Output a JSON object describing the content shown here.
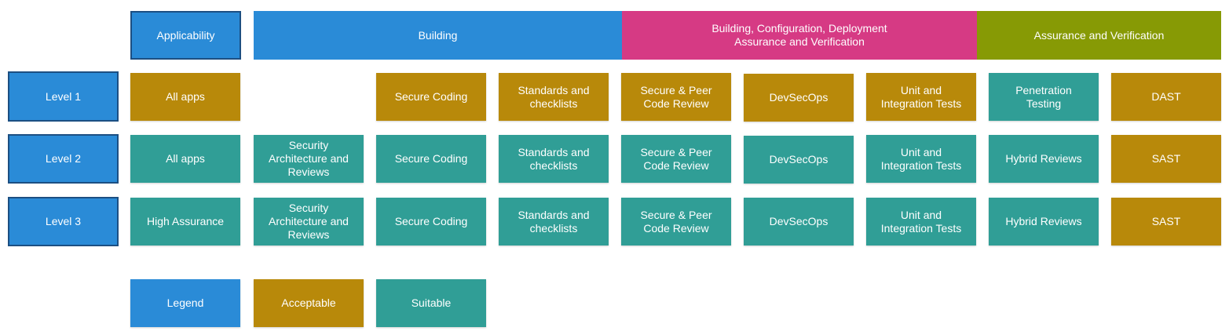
{
  "header": {
    "applicability": "Applicability",
    "building": "Building",
    "building_config_deploy": "Building, Configuration, Deployment\nAssurance and Verification",
    "assurance": "Assurance and Verification"
  },
  "levels": [
    {
      "label": "Level 1",
      "applicability": "All apps",
      "cells": [
        "",
        "Secure Coding",
        "Standards and\nchecklists",
        "Secure & Peer\nCode Review",
        "DevSecOps",
        "Unit and\nIntegration Tests",
        "Penetration\nTesting",
        "DAST"
      ]
    },
    {
      "label": "Level 2",
      "applicability": "All apps",
      "cells": [
        "Security\nArchitecture and\nReviews",
        "Secure Coding",
        "Standards and\nchecklists",
        "Secure & Peer\nCode Review",
        "DevSecOps",
        "Unit and\nIntegration Tests",
        "Hybrid Reviews",
        "SAST"
      ]
    },
    {
      "label": "Level 3",
      "applicability": "High Assurance",
      "cells": [
        "Security\nArchitecture and\nReviews",
        "Secure Coding",
        "Standards and\nchecklists",
        "Secure & Peer\nCode Review",
        "DevSecOps",
        "Unit and\nIntegration Tests",
        "Hybrid Reviews",
        "SAST"
      ]
    }
  ],
  "legend": {
    "title": "Legend",
    "acceptable": "Acceptable",
    "suitable": "Suitable"
  },
  "colors": {
    "blue": "#2a8bd7",
    "acceptable": "#b8890a",
    "suitable": "#309e96",
    "magenta": "#d63a84",
    "olive": "#879a05"
  }
}
